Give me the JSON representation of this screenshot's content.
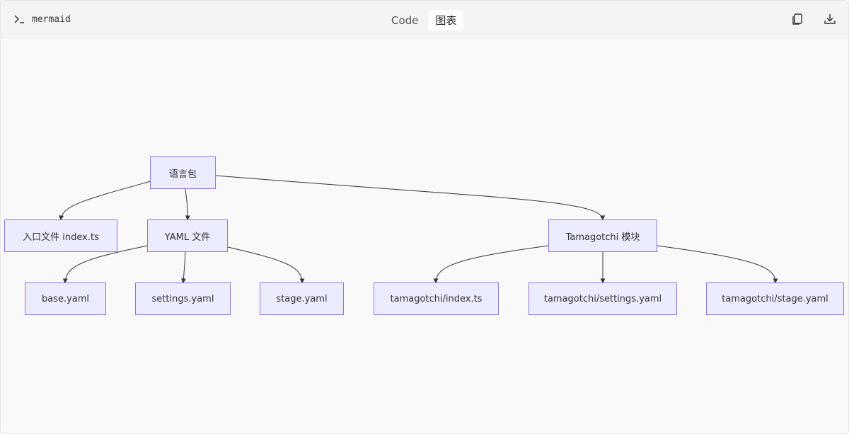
{
  "header": {
    "language": "mermaid",
    "tabs": [
      {
        "label": "Code",
        "active": false
      },
      {
        "label": "图表",
        "active": true
      }
    ],
    "icons": {
      "prompt": "terminal-prompt-icon",
      "copy": "copy-icon",
      "download": "download-icon"
    }
  },
  "diagram": {
    "type": "flowchart-TD",
    "colors": {
      "node_fill": "#ececff",
      "node_stroke": "#9370db",
      "edge": "#333333"
    },
    "nodes": [
      {
        "id": "root",
        "label": "语言包"
      },
      {
        "id": "entry",
        "label": "入口文件 index.ts"
      },
      {
        "id": "yaml",
        "label": "YAML 文件"
      },
      {
        "id": "tama",
        "label": "Tamagotchi 模块"
      },
      {
        "id": "base",
        "label": "base.yaml"
      },
      {
        "id": "settings",
        "label": "settings.yaml"
      },
      {
        "id": "stage",
        "label": "stage.yaml"
      },
      {
        "id": "tindex",
        "label": "tamagotchi/index.ts"
      },
      {
        "id": "tsettings",
        "label": "tamagotchi/settings.yaml"
      },
      {
        "id": "tstage",
        "label": "tamagotchi/stage.yaml"
      }
    ],
    "edges": [
      [
        "root",
        "entry"
      ],
      [
        "root",
        "yaml"
      ],
      [
        "root",
        "tama"
      ],
      [
        "yaml",
        "base"
      ],
      [
        "yaml",
        "settings"
      ],
      [
        "yaml",
        "stage"
      ],
      [
        "tama",
        "tindex"
      ],
      [
        "tama",
        "tsettings"
      ],
      [
        "tama",
        "tstage"
      ]
    ]
  }
}
